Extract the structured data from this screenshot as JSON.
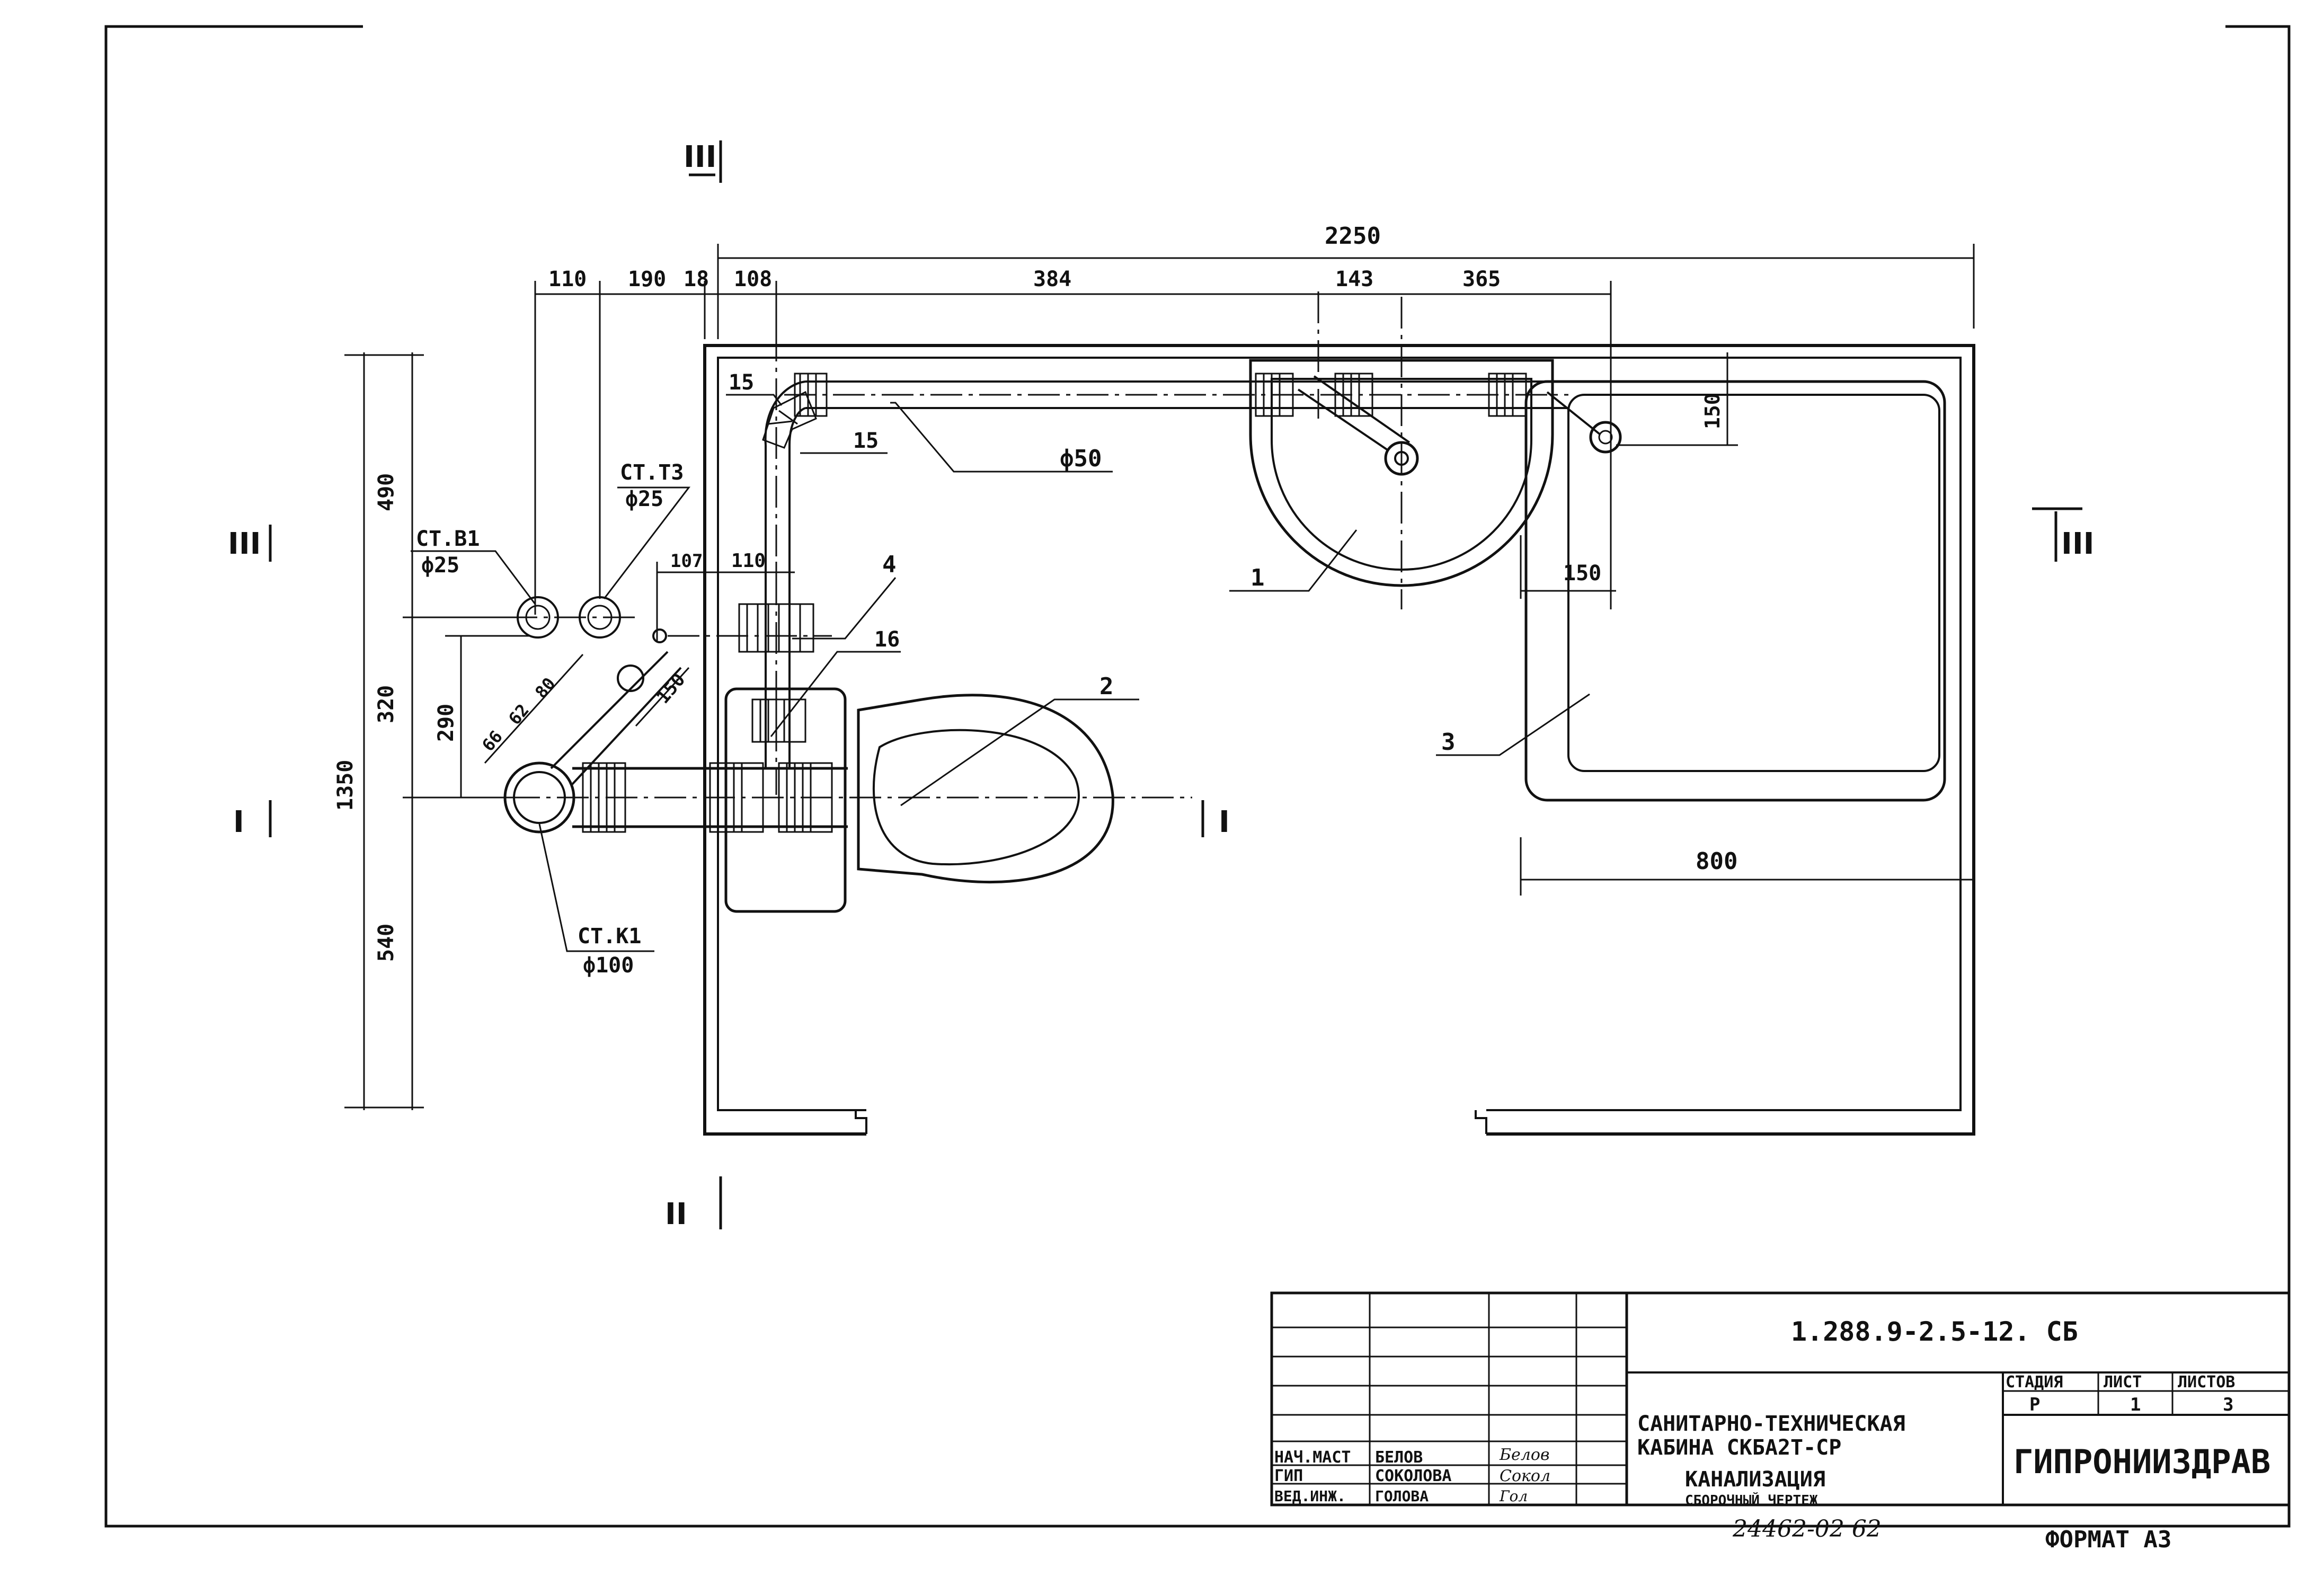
{
  "section_marks": {
    "top_III": "III",
    "left_III": "III",
    "right_III": "III",
    "left_I": "I",
    "right_I": "I",
    "bottom_II": "II"
  },
  "dimensions": {
    "overall_width": "2250",
    "d110_top": "110",
    "d190_top": "190",
    "d18": "18",
    "d108": "108",
    "d384": "384",
    "d143": "143",
    "d365": "365",
    "d150_right": "150",
    "d150_sink": "150",
    "d490": "490",
    "d320": "320",
    "d290": "290",
    "d1350": "1350",
    "d540": "540",
    "d107": "107",
    "d110_mid": "110",
    "d150_diag": "150",
    "d66": "66",
    "d62": "62",
    "d80": "80",
    "d800": "800"
  },
  "risers": {
    "b1_name": "СТ.В1",
    "b1_dia": "ф25",
    "t3_name": "СТ.Т3",
    "t3_dia": "ф25",
    "k1_name": "СТ.К1",
    "k1_dia": "ф100"
  },
  "pipe_label": "ф50",
  "callouts": {
    "c1": "1",
    "c2": "2",
    "c3": "3",
    "c4": "4",
    "c15a": "15",
    "c15b": "15",
    "c16": "16"
  },
  "title_block": {
    "doc_code": "1.288.9-2.5-12. СБ",
    "title_line1": "САНИТАРНО-ТЕХНИЧЕСКАЯ",
    "title_line2": "КАБИНА   СКБА2Т-СР",
    "subtitle_line1": "КАНАЛИЗАЦИЯ",
    "subtitle_line2": "СБОРОЧНЫЙ ЧЕРТЕЖ",
    "col_stage": "СТАДИЯ",
    "col_sheet": "ЛИСТ",
    "col_sheets": "ЛИСТОВ",
    "stage_value": "Р",
    "sheet_value": "1",
    "sheets_value": "3",
    "organization": "ГИПРОНИИЗДРАВ",
    "roles": [
      {
        "role": "НАЧ.МАСТ",
        "name": "БЕЛОВ",
        "signature": "Белов"
      },
      {
        "role": "ГИП",
        "name": "СОКОЛОВА",
        "signature": "Сокол"
      },
      {
        "role": "ВЕД.ИНЖ.",
        "name": "ГОЛОВА",
        "signature": "Гол"
      }
    ]
  },
  "footer": {
    "archive_number": "24462-02   62",
    "format": "ФОРМАТ А3"
  }
}
